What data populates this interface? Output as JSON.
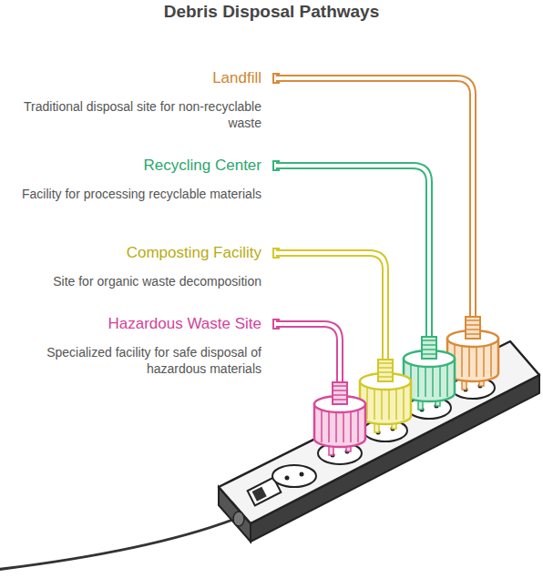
{
  "diagram": {
    "title": "Debris Disposal Pathways",
    "nodes": [
      {
        "text": [
          "Landfill",
          "Traditional disposal site for non-recyclable waste"
        ]
      },
      {
        "text": [
          "Recycling Center",
          "Facility for processing recyclable materials"
        ]
      },
      {
        "text": [
          "Composting Facility",
          "Site for organic waste decomposition"
        ]
      },
      {
        "text": [
          "Hazardous Waste Site",
          "Specialized facility for safe disposal of hazardous materials"
        ]
      }
    ]
  }
}
